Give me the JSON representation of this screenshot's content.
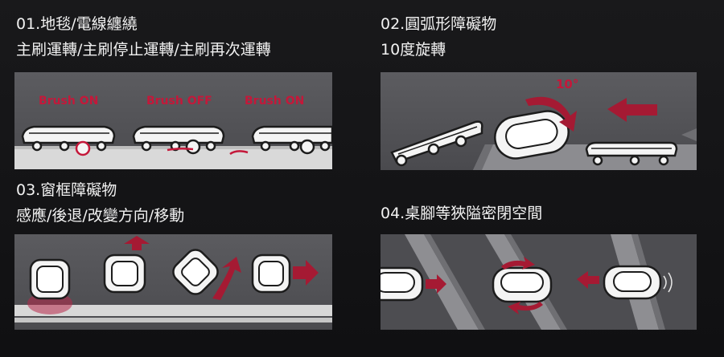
{
  "sections": [
    {
      "heading": "01.地毯/電線纏繞",
      "subheading": "主刷運轉/主刷停止運轉/主刷再次運轉",
      "labels": [
        "Brush ON",
        "Brush OFF",
        "Brush ON"
      ]
    },
    {
      "heading": "02.圓弧形障礙物",
      "subheading": "10度旋轉",
      "angle_label": "10°"
    },
    {
      "heading": "03.窗框障礙物",
      "subheading": "感應/後退/改變方向/移動"
    },
    {
      "heading": "04.桌腳等狹隘密閉空間",
      "subheading": ""
    }
  ],
  "colors": {
    "accent": "#c4183a",
    "robot": "#f4f4f4",
    "outline": "#1c1c1c",
    "floor": "#d8d8d8",
    "panel": "#545458"
  }
}
